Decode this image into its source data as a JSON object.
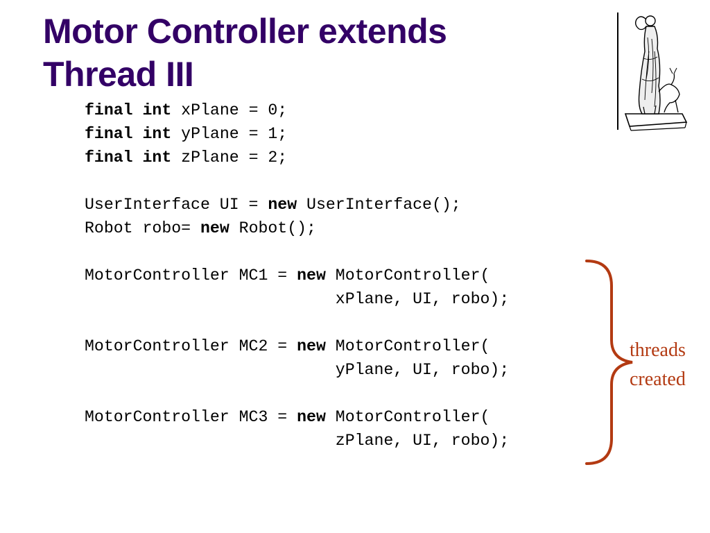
{
  "slide": {
    "title_lines": [
      "Motor Controller extends",
      "Thread III"
    ],
    "annotation_lines": [
      "threads",
      "created"
    ],
    "logo_icon": "statue-logo-icon",
    "colors": {
      "title": "#330066",
      "annotation": "#b33a12",
      "brace": "#b33a12",
      "code": "#000000"
    }
  },
  "code": {
    "lines": [
      [
        {
          "t": "final",
          "b": true
        },
        {
          "t": " "
        },
        {
          "t": "int",
          "b": true
        },
        {
          "t": " xPlane = 0;"
        }
      ],
      [
        {
          "t": "final",
          "b": true
        },
        {
          "t": " "
        },
        {
          "t": "int",
          "b": true
        },
        {
          "t": " yPlane = 1;"
        }
      ],
      [
        {
          "t": "final",
          "b": true
        },
        {
          "t": " "
        },
        {
          "t": "int",
          "b": true
        },
        {
          "t": " zPlane = 2;"
        }
      ],
      [],
      [
        {
          "t": "UserInterface UI = "
        },
        {
          "t": "new",
          "b": true
        },
        {
          "t": " UserInterface();"
        }
      ],
      [
        {
          "t": "Robot robo= "
        },
        {
          "t": "new",
          "b": true
        },
        {
          "t": " Robot();"
        }
      ],
      [],
      [
        {
          "t": "MotorController MC1 = "
        },
        {
          "t": "new",
          "b": true
        },
        {
          "t": " MotorController("
        }
      ],
      [
        {
          "t": "                          xPlane, UI, robo);"
        }
      ],
      [],
      [
        {
          "t": "MotorController MC2 = "
        },
        {
          "t": "new",
          "b": true
        },
        {
          "t": " MotorController("
        }
      ],
      [
        {
          "t": "                          yPlane, UI, robo);"
        }
      ],
      [],
      [
        {
          "t": "MotorController MC3 = "
        },
        {
          "t": "new",
          "b": true
        },
        {
          "t": " MotorController("
        }
      ],
      [
        {
          "t": "                          zPlane, UI, robo);"
        }
      ]
    ]
  }
}
